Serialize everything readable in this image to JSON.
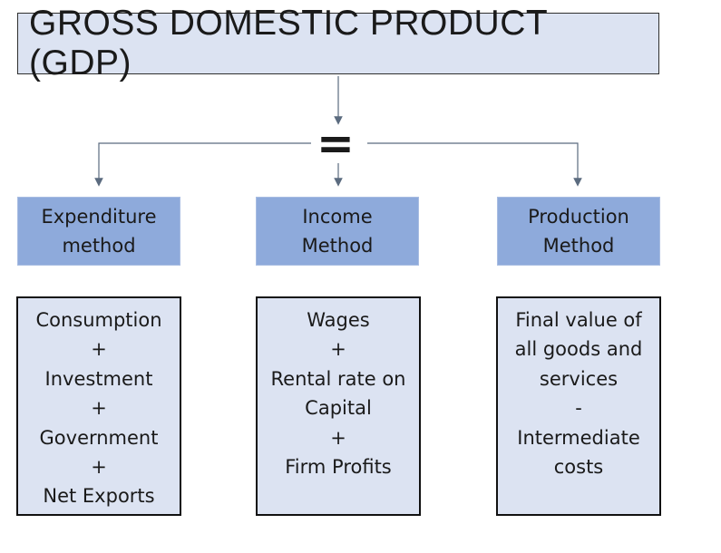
{
  "title": "GROSS DOMESTIC PRODUCT (GDP)",
  "equals_sign": "=",
  "methods": [
    {
      "label_lines": [
        "Expenditure",
        "method"
      ],
      "components": [
        "Consumption",
        "+",
        "Investment",
        "+",
        "Government",
        "+",
        "Net Exports"
      ]
    },
    {
      "label_lines": [
        "Income",
        "Method"
      ],
      "components": [
        "Wages",
        "+",
        "Rental rate on",
        "Capital",
        "+",
        "Firm Profits"
      ]
    },
    {
      "label_lines": [
        "Production",
        "Method"
      ],
      "components": [
        "Final value of",
        "all goods and",
        "services",
        "-",
        "Intermediate",
        "costs"
      ]
    }
  ],
  "colors": {
    "title_fill": "#dce3f2",
    "method_fill": "#8eaadb",
    "detail_fill": "#dce3f2",
    "connector": "#5b6b7f"
  }
}
